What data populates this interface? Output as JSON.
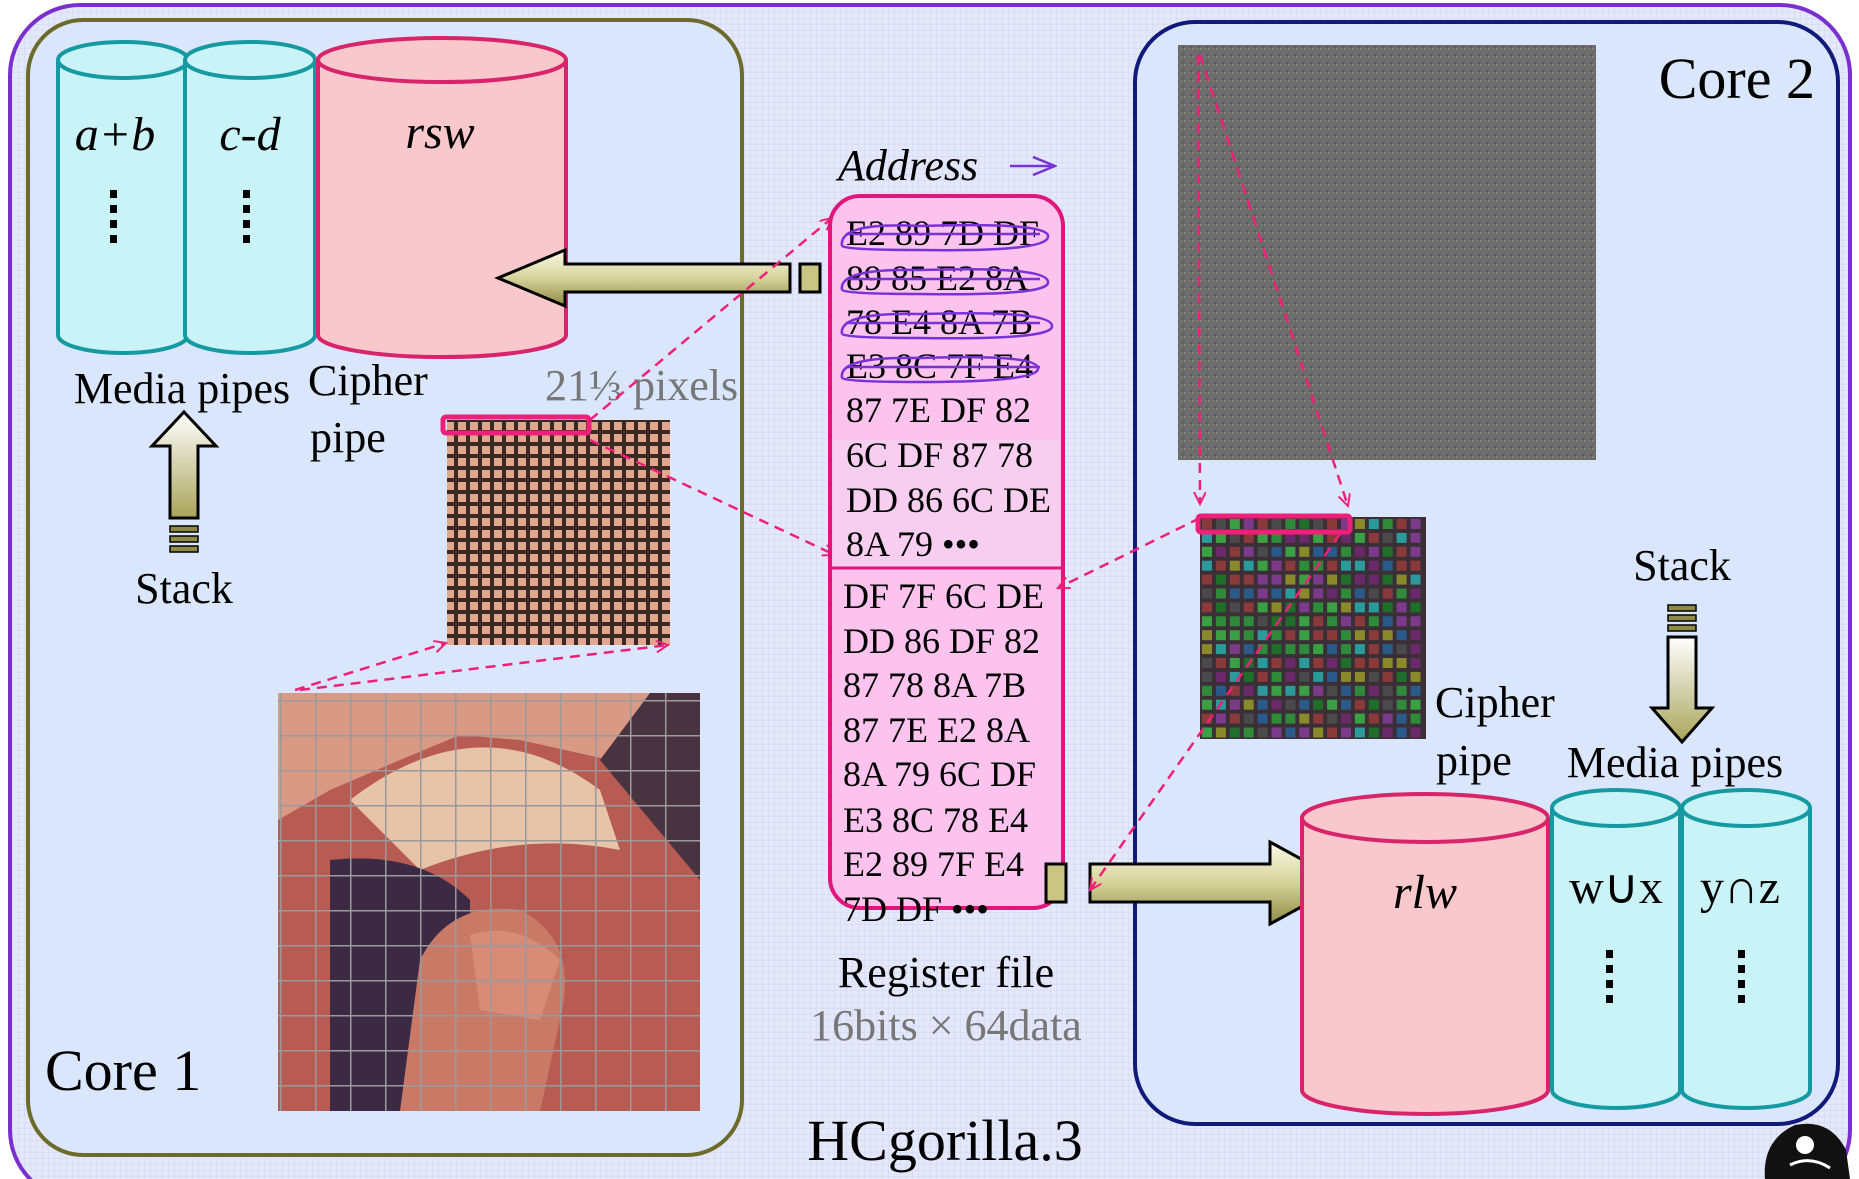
{
  "title": "HCgorilla.3",
  "core1": {
    "label": "Core 1",
    "media_pipes": {
      "label": "Media pipes",
      "pipe1": "a+b",
      "pipe2": "c-d"
    },
    "cipher_pipe": {
      "label_line1": "Cipher",
      "label_line2": "pipe",
      "op": "rsw"
    },
    "stack_label": "Stack",
    "pixels_label": "21⅓ pixels"
  },
  "register_file": {
    "address_label": "Address",
    "label": "Register file",
    "spec": "16bits × 64data",
    "upper_rows": [
      "E2 89 7D DF",
      "89 85 E2 8A",
      "78 E4 8A 7B",
      "E3 8C 7F E4",
      "87 7E DF 82",
      "6C DF 87 78",
      "DD 86 6C DE",
      "8A 79  •••"
    ],
    "lower_rows": [
      "DF 7F 6C DE",
      "DD 86 DF 82",
      "87 78 8A 7B",
      "87 7E E2 8A",
      "8A 79 6C DF",
      "E3 8C 78 E4",
      "E2 89 7F E4",
      "7D DF  •••"
    ]
  },
  "core2": {
    "label": "Core 2",
    "media_pipes": {
      "label": "Media pipes",
      "pipe1": "w∪x",
      "pipe2": "y∩z"
    },
    "cipher_pipe": {
      "label_line1": "Cipher",
      "label_line2": "pipe",
      "op": "rlw"
    },
    "stack_label": "Stack"
  },
  "colors": {
    "outer_border": "#7a2fd0",
    "core_fill": "#d9e6fb",
    "core1_border": "#6e6a2a",
    "core2_border": "#0f1a7a",
    "cyan_pipe": "#c9f3f6",
    "cyan_border": "#149aa0",
    "pink_pipe": "#f9c8cc",
    "pink_border": "#d8246a",
    "register_fill": "#fbc3ee",
    "register_border": "#e0167a",
    "arrow_dashed": "#f0207a",
    "ellipse": "#7a32d8"
  }
}
